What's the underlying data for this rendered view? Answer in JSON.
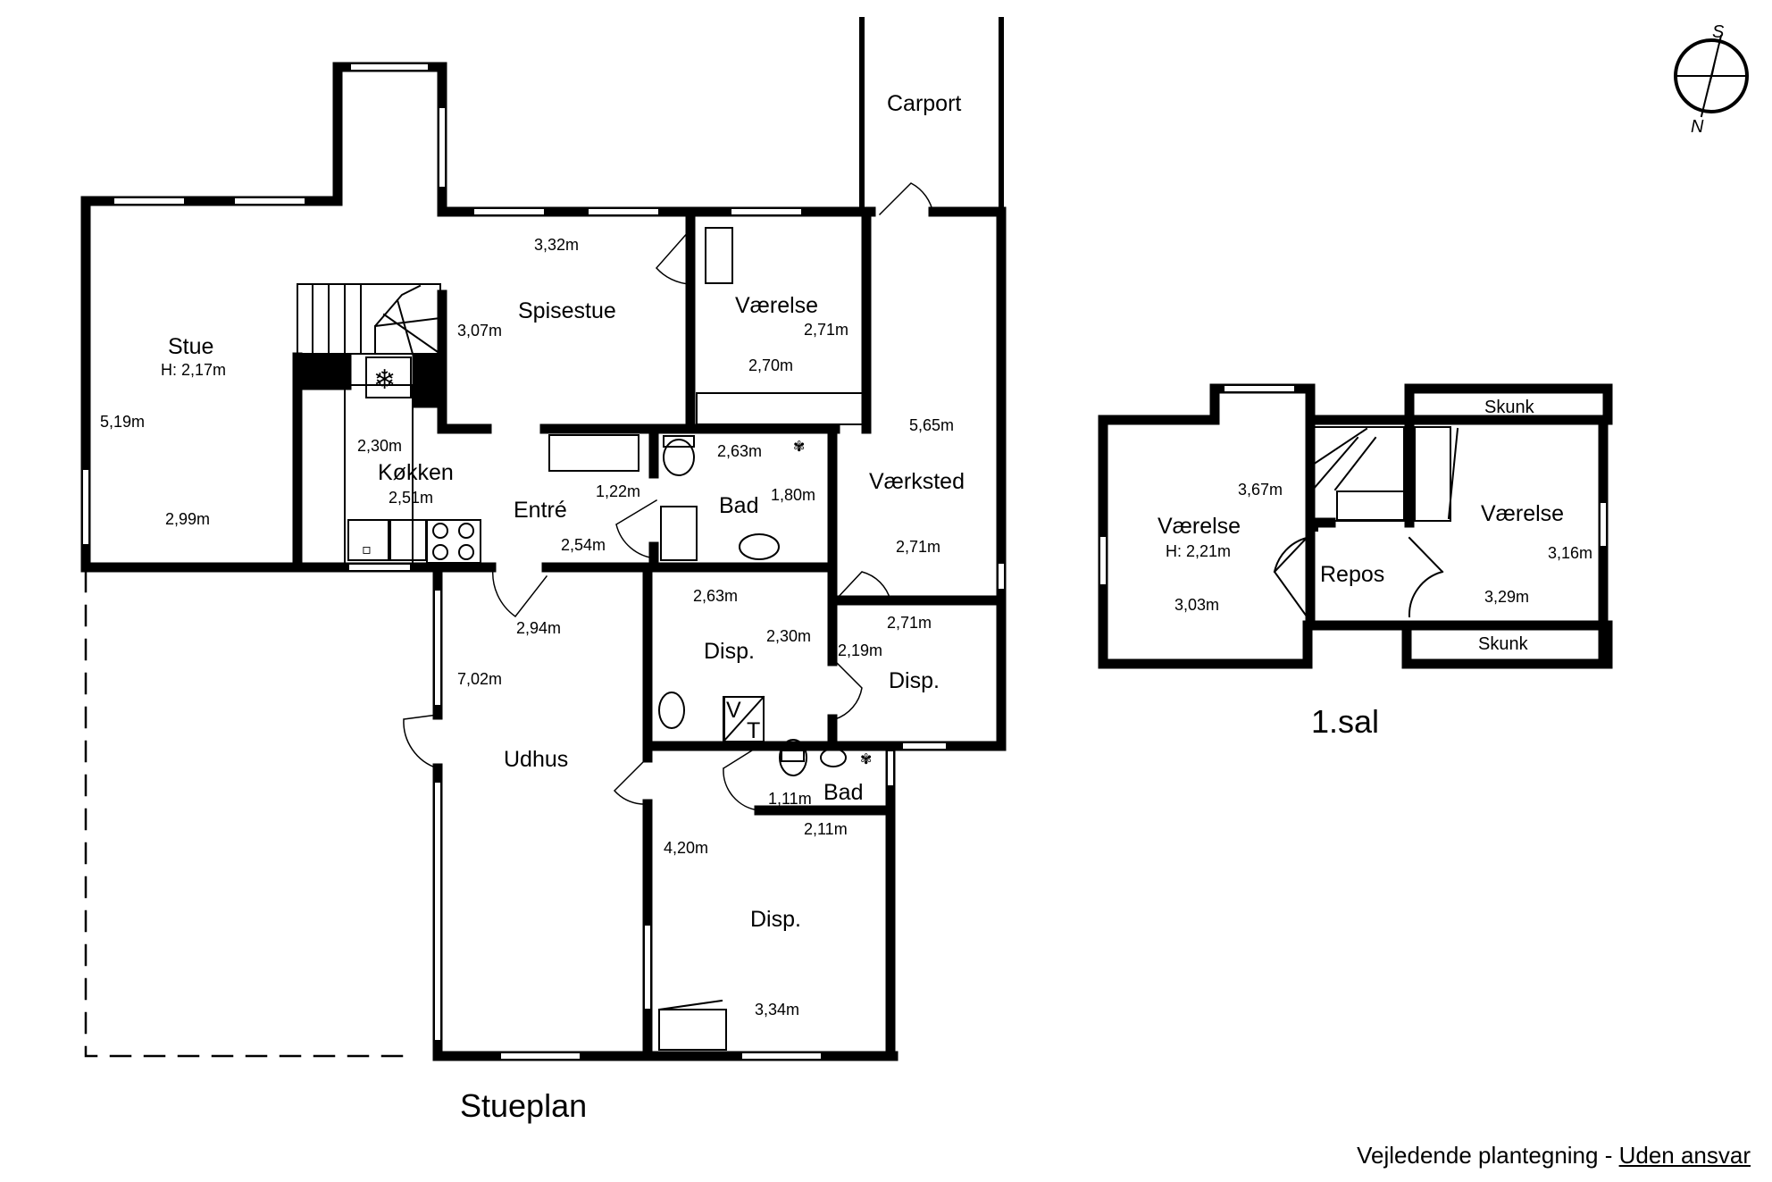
{
  "ground_floor": {
    "title": "Stueplan",
    "rooms": {
      "stue": {
        "name": "Stue",
        "height": "H: 2,17m",
        "dim_a": "5,19m",
        "dim_b": "2,99m"
      },
      "spisestue": {
        "name": "Spisestue",
        "dim_a": "3,32m",
        "dim_b": "3,07m"
      },
      "vaerelse": {
        "name": "Værelse",
        "dim_a": "2,71m",
        "dim_b": "2,70m"
      },
      "carport": {
        "name": "Carport"
      },
      "koekken": {
        "name": "Køkken",
        "dim_a": "2,30m",
        "dim_b": "2,51m"
      },
      "entre": {
        "name": "Entré",
        "dim_a": "1,22m",
        "dim_b": "2,54m"
      },
      "bad1": {
        "name": "Bad",
        "dim_a": "2,63m",
        "dim_b": "1,80m"
      },
      "vaerksted": {
        "name": "Værksted",
        "dim_a": "5,65m",
        "dim_b": "2,71m"
      },
      "disp1": {
        "name": "Disp.",
        "dim_a": "2,63m",
        "dim_b": "2,30m"
      },
      "disp2": {
        "name": "Disp.",
        "dim_a": "2,71m",
        "dim_b": "2,19m"
      },
      "udhus": {
        "name": "Udhus",
        "dim_a": "2,94m",
        "dim_b": "7,02m"
      },
      "bad2": {
        "name": "Bad",
        "dim_a": "1,11m",
        "dim_b": "2,11m"
      },
      "disp3": {
        "name": "Disp.",
        "dim_a": "4,20m",
        "dim_b": "3,34m"
      },
      "vt_label_v": "V",
      "vt_label_t": "T"
    }
  },
  "first_floor": {
    "title": "1.sal",
    "rooms": {
      "vaerelse_left": {
        "name": "Værelse",
        "height": "H: 2,21m",
        "dim_a": "3,67m",
        "dim_b": "3,03m"
      },
      "repos": {
        "name": "Repos"
      },
      "vaerelse_right": {
        "name": "Værelse",
        "dim_a": "3,16m",
        "dim_b": "3,29m"
      },
      "skunk_top": {
        "name": "Skunk"
      },
      "skunk_bottom": {
        "name": "Skunk"
      }
    }
  },
  "compass": {
    "south": "S",
    "north": "N"
  },
  "footer": {
    "disclaimer_text": "Vejledende plantegning - ",
    "disclaimer_link": "Uden ansvar"
  }
}
